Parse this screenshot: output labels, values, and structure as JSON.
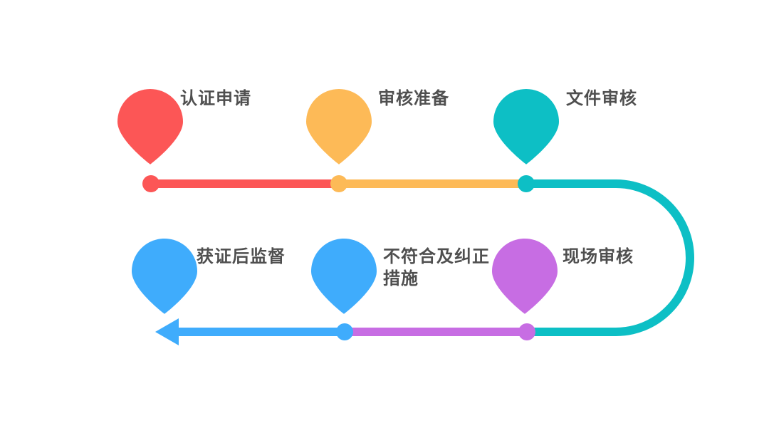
{
  "diagram": {
    "type": "process-flow-timeline",
    "background": "#ffffff",
    "label_color": "#4f4f4f",
    "steps": [
      {
        "order": 1,
        "label": "认证申请",
        "color": "#fc5656",
        "row": "top",
        "position": "left"
      },
      {
        "order": 2,
        "label": "审核准备",
        "color": "#fdba57",
        "row": "top",
        "position": "middle"
      },
      {
        "order": 3,
        "label": "文件审核",
        "color": "#0dbfc5",
        "row": "top",
        "position": "right"
      },
      {
        "order": 4,
        "label": "现场审核",
        "color": "#c76de3",
        "row": "bottom",
        "position": "right"
      },
      {
        "order": 5,
        "label": "不符合及纠正措施",
        "color": "#3facfc",
        "row": "bottom",
        "position": "middle"
      },
      {
        "order": 6,
        "label": "获证后监督",
        "color": "#3facfc",
        "row": "bottom",
        "position": "left"
      }
    ]
  }
}
